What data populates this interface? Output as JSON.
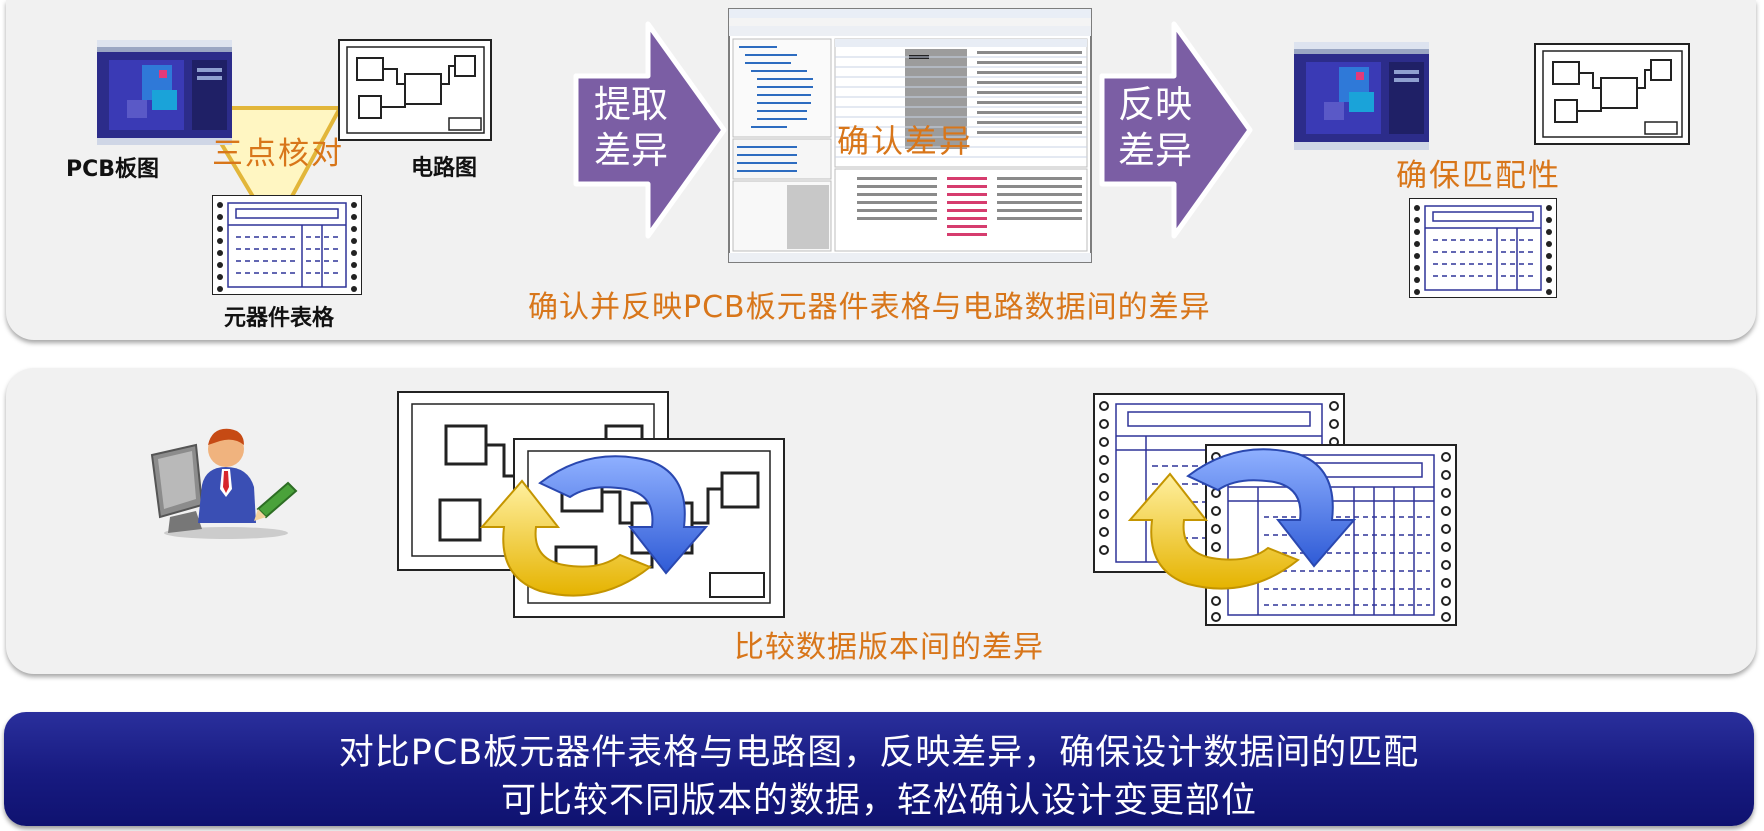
{
  "top_panel": {
    "pcb_label": "PCB板图",
    "circuit_label": "电路图",
    "table_label": "元器件表格",
    "triangle_label": "三点核对",
    "arrow_extract": {
      "line1": "提取",
      "line2": "差异"
    },
    "center_label": "确认差异",
    "arrow_reflect": {
      "line1": "反映",
      "line2": "差异"
    },
    "ensure_label": "确保匹配性",
    "caption": "确认并反映PCB板元器件表格与电路数据间的差异"
  },
  "middle_panel": {
    "caption": "比较数据版本间的差异"
  },
  "banner": {
    "line1": "对比PCB板元器件表格与电路图，反映差异，确保设计数据间的匹配",
    "line2": "可比较不同版本的数据，轻松确认设计变更部位"
  },
  "colors": {
    "orange_text": "#d8761a",
    "arrow_purple": "#7b5ea4",
    "banner_blue": "#1a1d86",
    "triangle_yellow": "#fff6c2"
  }
}
